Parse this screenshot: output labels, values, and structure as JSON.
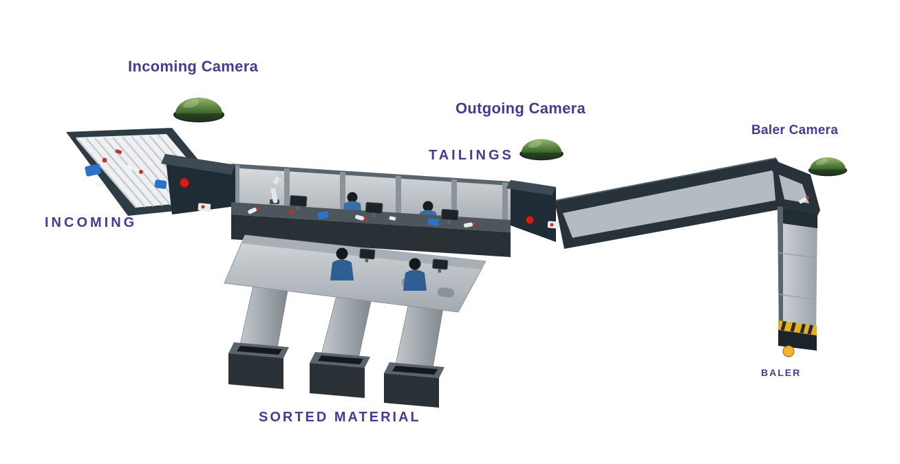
{
  "colors": {
    "label_text": "#483a8f",
    "camera_dome_green": "#4e7a38",
    "conveyor_dark": "#27323a",
    "steel_light": "#c7ccd1",
    "hazard_yellow": "#e9ae1c",
    "material_blue": "#2e72c8",
    "material_red": "#c23227"
  },
  "labels": {
    "incoming_camera": "Incoming Camera",
    "outgoing_camera": "Outgoing Camera",
    "baler_camera": "Baler Camera",
    "tailings": "TAILINGS",
    "incoming": "INCOMING",
    "baler": "BALER",
    "sorted_material": "SORTED MATERIAL"
  }
}
